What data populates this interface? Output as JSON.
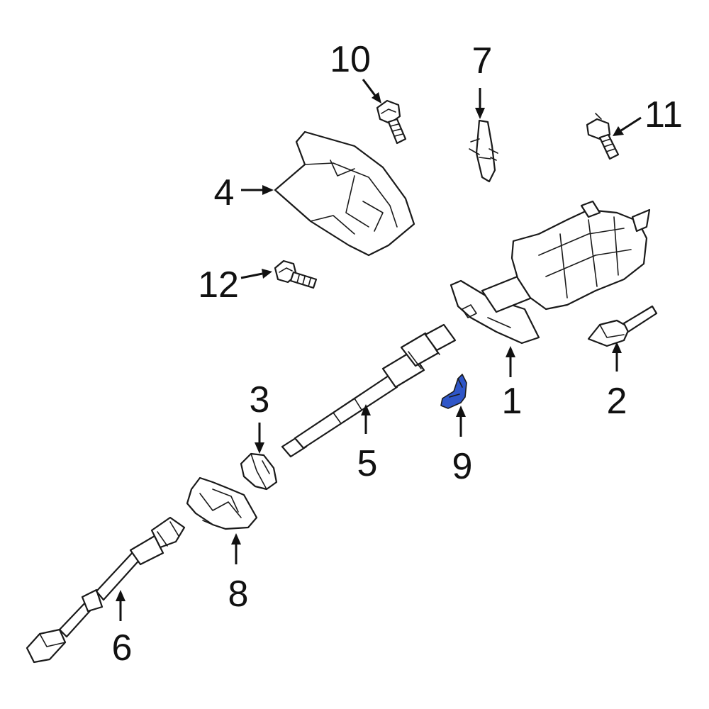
{
  "highlight_color": "#2f56c8",
  "callouts": {
    "c1": "1",
    "c2": "2",
    "c3": "3",
    "c4": "4",
    "c5": "5",
    "c6": "6",
    "c7": "7",
    "c8": "8",
    "c9": "9",
    "c10": "10",
    "c11": "11",
    "c12": "12"
  }
}
